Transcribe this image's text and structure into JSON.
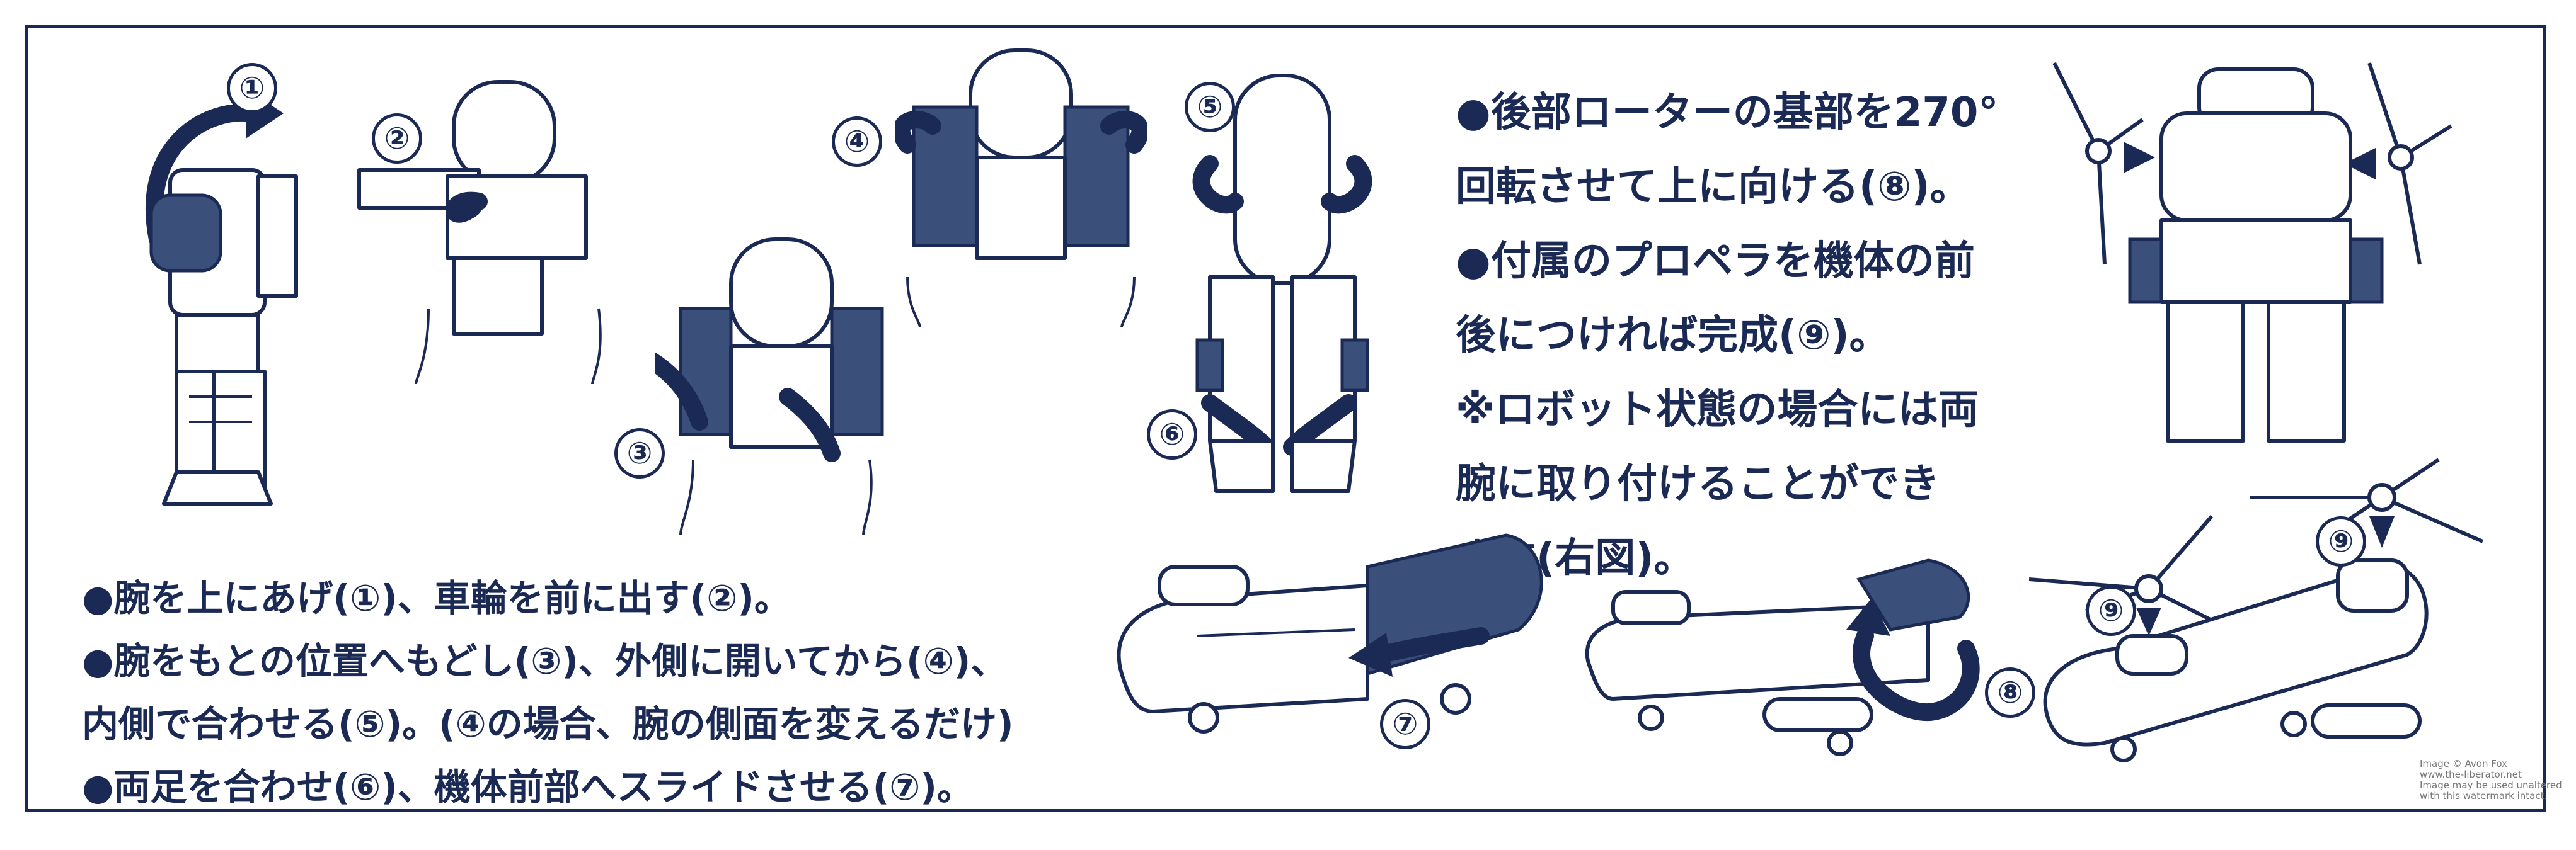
{
  "step_numbers": [
    "①",
    "②",
    "③",
    "④",
    "⑤",
    "⑥",
    "⑦",
    "⑧",
    "⑨",
    "⑨"
  ],
  "right_instructions": [
    "●後部ローターの基部を270°",
    "回転させて上に向ける(⑧)。",
    "●付属のプロペラを機体の前",
    "後につければ完成(⑨)。",
    "※ロボット状態の場合には両",
    "腕に取り付けることができ",
    "ます(右図)。"
  ],
  "bottom_instructions": [
    "●腕を上にあげ(①)、車輪を前に出す(②)。",
    "●腕をもとの位置へもどし(③)、外側に開いてから(④)、",
    "内側で合わせる(⑤)。(④の場合、腕の側面を変えるだけ)",
    "●両足を合わせ(⑥)、機体前部へスライドさせる(⑦)。"
  ],
  "credit": [
    "Image © Avon Fox",
    "www.the-liberator.net",
    "Image may be used unaltered",
    "with this watermark intact."
  ]
}
